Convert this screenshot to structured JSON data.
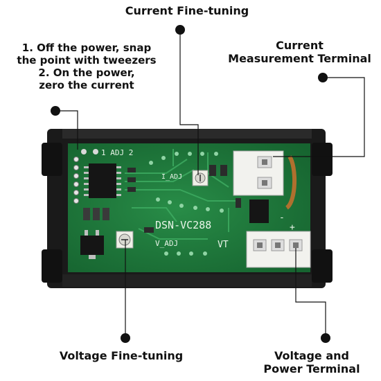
{
  "labels": {
    "current_fine_tuning": "Current Fine-tuning",
    "current_terminal_line1": "Current",
    "current_terminal_line2": "Measurement Terminal",
    "instruction_line1": "1. Off the power, snap",
    "instruction_line2": "the point with tweezers",
    "instruction_line3": "2. On the power,",
    "instruction_line4": "zero the current",
    "voltage_fine_tuning": "Voltage Fine-tuning",
    "voltage_terminal_line1": "Voltage and",
    "voltage_terminal_line2": "Power Terminal"
  },
  "board": {
    "model": "DSN-VC288",
    "i_adj": "I_ADJ",
    "v_adj": "V_ADJ",
    "vt": "VT",
    "pad_label": "1 ADJ 2",
    "minus": "-",
    "plus": "+"
  },
  "colors": {
    "pcb": "#1f7a3c",
    "housing": "#1a1a1a",
    "connector": "#f2f2ee",
    "wire": "#b0702e"
  }
}
